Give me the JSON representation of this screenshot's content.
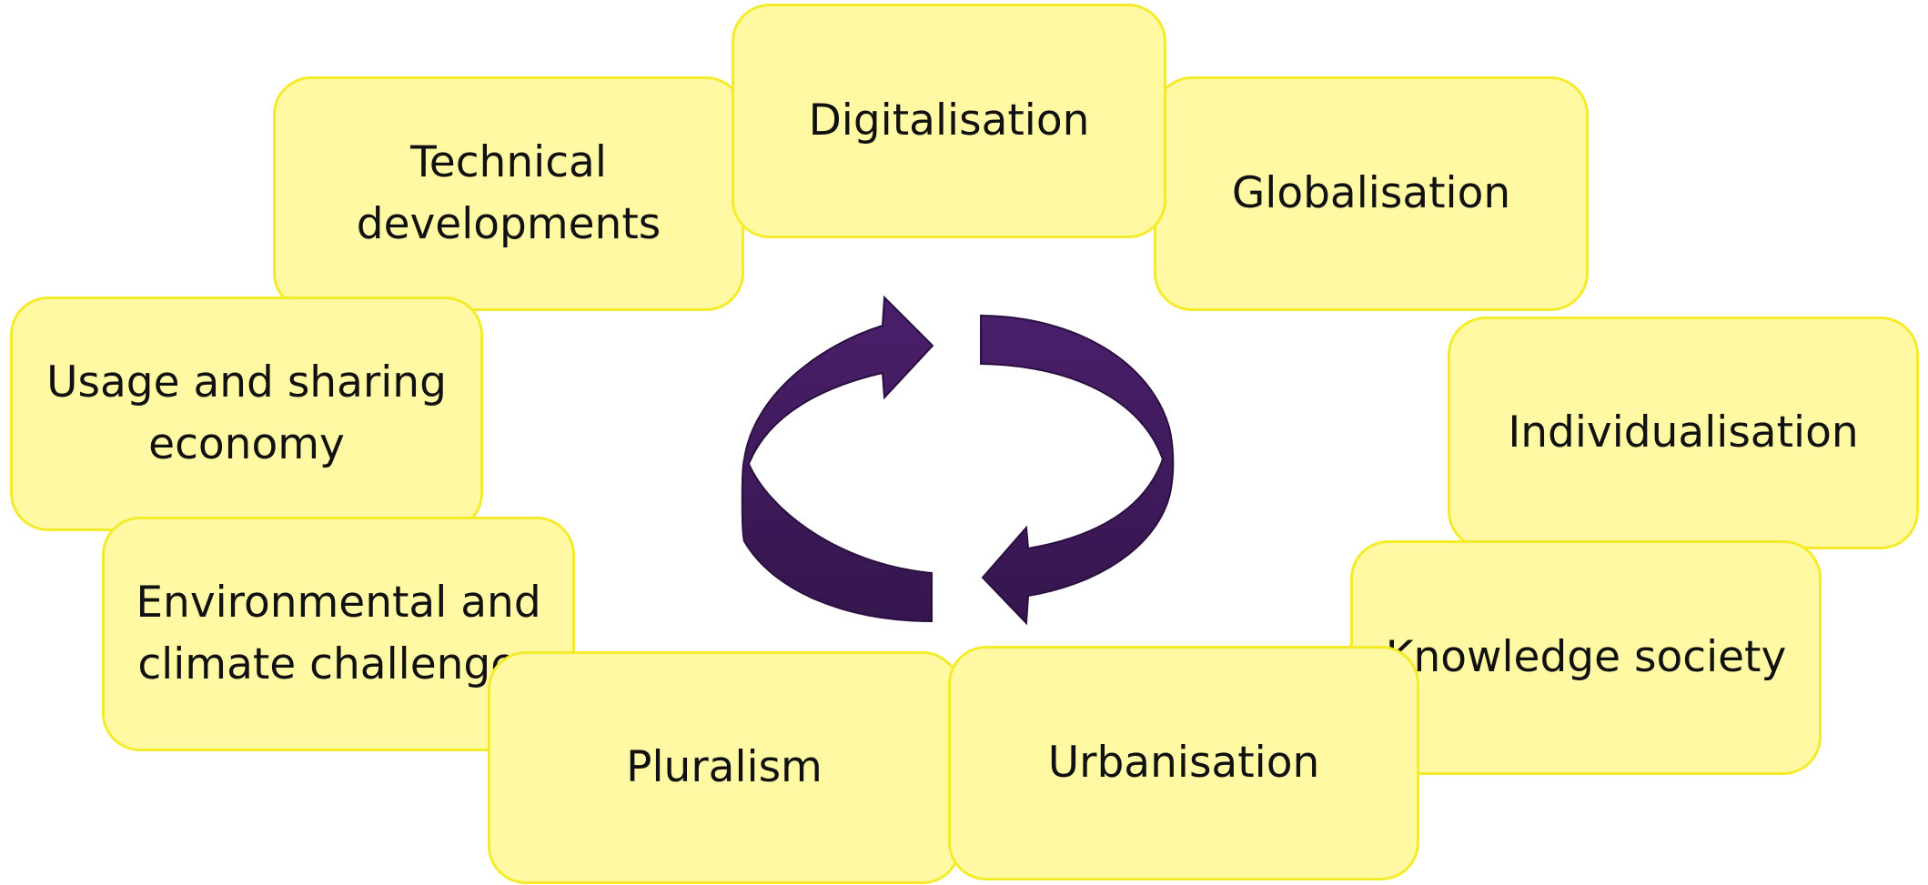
{
  "diagram": {
    "box_fill": "#fff9a3",
    "box_border": "#f4ec2a",
    "arrow_color": "#4a1f6b",
    "arrow_dark": "#34164d",
    "cycle_icon": "circular-arrows-icon",
    "nodes": [
      {
        "id": "technical",
        "label": "Technical\ndevelopments"
      },
      {
        "id": "globalisation",
        "label": "Globalisation"
      },
      {
        "id": "digitalisation",
        "label": "Digitalisation"
      },
      {
        "id": "usage",
        "label": "Usage and sharing\neconomy"
      },
      {
        "id": "individual",
        "label": "Individualisation"
      },
      {
        "id": "environment",
        "label": "Environmental and\nclimate challenges"
      },
      {
        "id": "knowledge",
        "label": "Knowledge society"
      },
      {
        "id": "pluralism",
        "label": "Pluralism"
      },
      {
        "id": "urbanisation",
        "label": "Urbanisation"
      }
    ]
  }
}
